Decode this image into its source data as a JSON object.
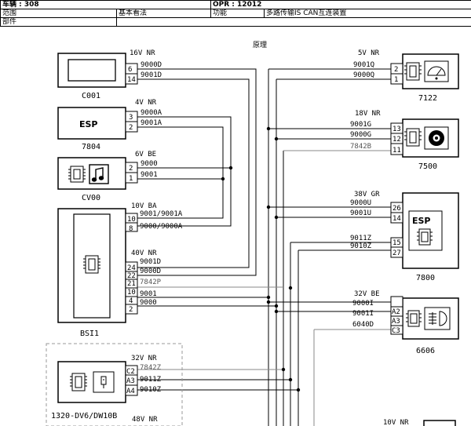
{
  "header": {
    "vehicle": "车辆 : 308",
    "opr": "OPR : 12012",
    "scope_label": "范围",
    "scope_value": "基本看法",
    "function_label": "功能",
    "function_value": "多路传输IS CAN互连装置",
    "part_label": "部件"
  },
  "section_title": "原理",
  "components": [
    {
      "name": "C001",
      "sheath": "16V  NR",
      "pins": [
        "6",
        "14"
      ],
      "wires": [
        "9000D",
        "9001D"
      ]
    },
    {
      "name": "7804",
      "sheath": "4V  NR",
      "pins": [
        "3",
        "2"
      ],
      "wires": [
        "9000A",
        "9001A"
      ],
      "logo": "ESP"
    },
    {
      "name": "CV00",
      "sheath": "6V  BE",
      "pins": [
        "2",
        "1"
      ],
      "wires": [
        "9000",
        "9001"
      ]
    },
    {
      "name": "BSI1",
      "sheath": "10V  BA",
      "pins": [
        "10",
        "8"
      ],
      "wires": [
        "9001/9001A",
        "9000/9000A"
      ],
      "sheath2": "40V  NR",
      "pins2": [
        "24",
        "22",
        "21",
        "10",
        "4",
        "2"
      ],
      "wires2": [
        "9001D",
        "9000D",
        "7842P",
        "",
        "9001",
        "9000"
      ]
    },
    {
      "name": "1320-DV6/DW10B",
      "sheath": "32V  NR",
      "pins": [
        "C2",
        "A3",
        "A4"
      ],
      "wires": [
        "7842Z",
        "9011Z",
        "9010Z"
      ],
      "sheath_bottom": "48V  NR"
    },
    {
      "name": "7122",
      "sheath": "5V  NR",
      "pins": [
        "2",
        "1"
      ],
      "wires": [
        "9001Q",
        "9000Q"
      ]
    },
    {
      "name": "7500",
      "sheath": "18V  NR",
      "pins": [
        "13",
        "12",
        "11"
      ],
      "wires": [
        "9001G",
        "9000G",
        "7842B"
      ]
    },
    {
      "name": "7800",
      "sheath": "38V  GR",
      "pins": [
        "26",
        "14",
        "15",
        "27"
      ],
      "wires": [
        "9000U",
        "9001U",
        "9011Z",
        "9010Z"
      ],
      "logo": "ESP"
    },
    {
      "name": "6606",
      "sheath": "32V  BE",
      "pins": [
        "A2",
        "A3",
        "C3"
      ],
      "wires": [
        "9000I",
        "9001I",
        "6040D"
      ]
    },
    {
      "name": "",
      "sheath": "10V  NR",
      "pins": [],
      "wires": []
    }
  ]
}
